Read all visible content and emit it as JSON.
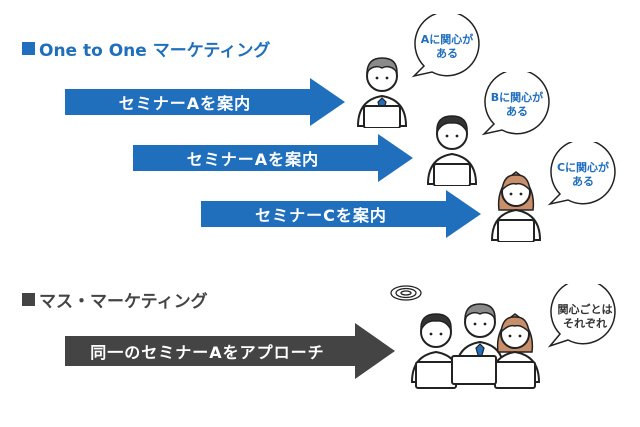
{
  "sections": {
    "one_to_one": {
      "title": "One to One マーケティング"
    },
    "mass": {
      "title": "マス・マーケティング"
    }
  },
  "arrows": {
    "a1": "セミナーAを案内",
    "a2": "セミナーAを案内",
    "a3": "セミナーCを案内",
    "mass": "同一のセミナーAをアプローチ"
  },
  "bubbles": {
    "b1": {
      "line1": "Aに関心が",
      "line2": "ある"
    },
    "b2": {
      "line1": "Bに関心が",
      "line2": "ある"
    },
    "b3": {
      "line1": "Cに関心が",
      "line2": "ある"
    },
    "mass": {
      "line1": "関心ごとは",
      "line2": "それぞれ"
    }
  },
  "colors": {
    "accent_blue": "#1f6fbd",
    "mass_gray": "#444444"
  }
}
